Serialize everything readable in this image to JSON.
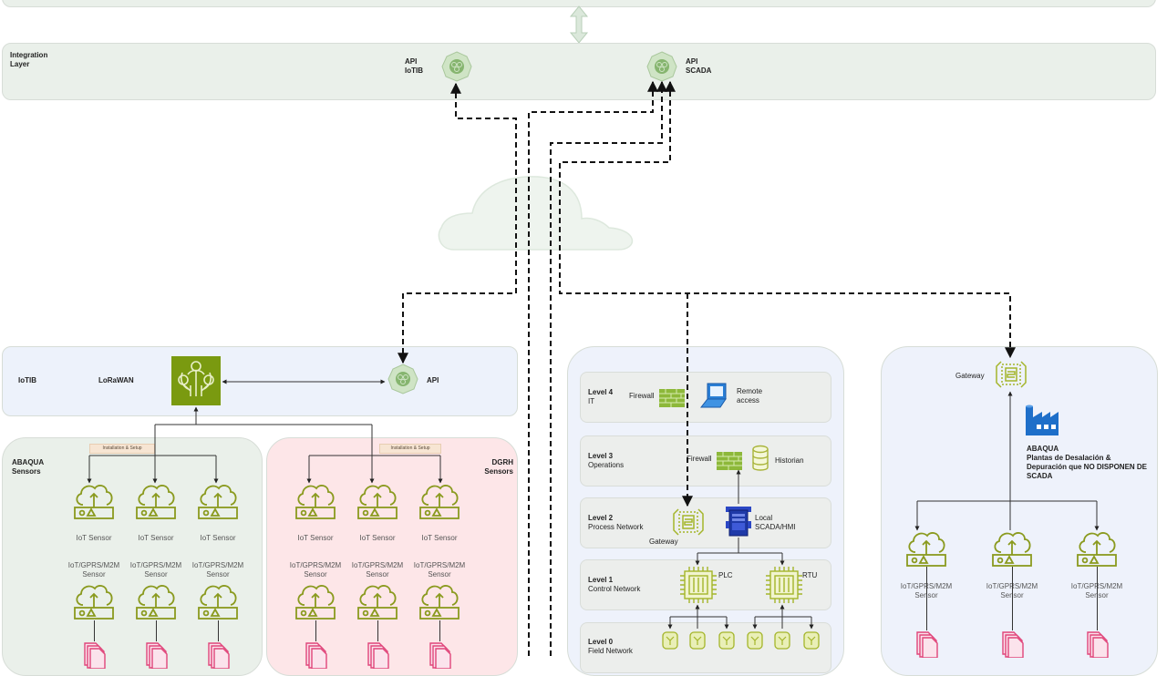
{
  "top_bar": {
    "connector": "bidirectional-arrow"
  },
  "integration_layer": {
    "title_line1": "Integration",
    "title_line2": "Layer",
    "api_iotib": {
      "line1": "API",
      "line2": "IoTIB"
    },
    "api_scada": {
      "line1": "API",
      "line2": "SCADA"
    }
  },
  "cloud": {
    "label": ""
  },
  "iotib_panel": {
    "title": "IoTIB",
    "lorawan_label": "LoRaWAN",
    "api_label": "API"
  },
  "abaqua_sensors": {
    "title_line1": "ABAQUA",
    "title_line2": "Sensors",
    "tag": "Installation & Setup",
    "iot_sensors": [
      "IoT Sensor",
      "IoT Sensor",
      "IoT Sensor"
    ],
    "m2m_sensors": [
      {
        "line1": "IoT/GPRS/M2M",
        "line2": "Sensor"
      },
      {
        "line1": "IoT/GPRS/M2M",
        "line2": "Sensor"
      },
      {
        "line1": "IoT/GPRS/M2M",
        "line2": "Sensor"
      }
    ]
  },
  "dgrh_sensors": {
    "title_line1": "DGRH",
    "title_line2": "Sensors",
    "tag": "Installation & Setup",
    "iot_sensors": [
      "IoT Sensor",
      "IoT Sensor",
      "IoT Sensor"
    ],
    "m2m_sensors": [
      {
        "line1": "IoT/GPRS/M2M",
        "line2": "Sensor"
      },
      {
        "line1": "IoT/GPRS/M2M",
        "line2": "Sensor"
      },
      {
        "line1": "IoT/GPRS/M2M",
        "line2": "Sensor"
      }
    ]
  },
  "scada_stack": {
    "levels": [
      {
        "title": "Level 4",
        "subtitle": "IT"
      },
      {
        "title": "Level 3",
        "subtitle": "Operations"
      },
      {
        "title": "Level 2",
        "subtitle": "Process Network"
      },
      {
        "title": "Level 1",
        "subtitle": "Control Network"
      },
      {
        "title": "Level 0",
        "subtitle": "Field Network"
      }
    ],
    "firewall_l4": "Firewall",
    "remote_access": {
      "line1": "Remote",
      "line2": "access"
    },
    "firewall_l3": "Firewall",
    "historian": "Historian",
    "gateway": "Gateway",
    "local_scada": {
      "line1": "Local",
      "line2": "SCADA/HMI"
    },
    "plc": "PLC",
    "rtu": "RTU"
  },
  "no_scada_panel": {
    "gateway": "Gateway",
    "org": "ABAQUA",
    "desc_line1": "Plantas de Desalación &",
    "desc_line2": "Depuración que NO DISPONEN DE",
    "desc_line3": "SCADA",
    "m2m_sensors": [
      {
        "line1": "IoT/GPRS/M2M",
        "line2": "Sensor"
      },
      {
        "line1": "IoT/GPRS/M2M",
        "line2": "Sensor"
      },
      {
        "line1": "IoT/GPRS/M2M",
        "line2": "Sensor"
      }
    ]
  },
  "colors": {
    "sensor_green": "#8a9a1e",
    "lorawan_green": "#7a9a10",
    "doc_pink": "#e0457a",
    "scada_blue": "#1f3aa8",
    "factory_blue": "#1e6fc9",
    "integration_bg": "#eaf0ea",
    "iotib_bg": "#edf2fb",
    "abaqua_bg": "#eaf0ea",
    "dgrh_bg": "#fde6e8",
    "stack_bg": "#eef2fb"
  }
}
